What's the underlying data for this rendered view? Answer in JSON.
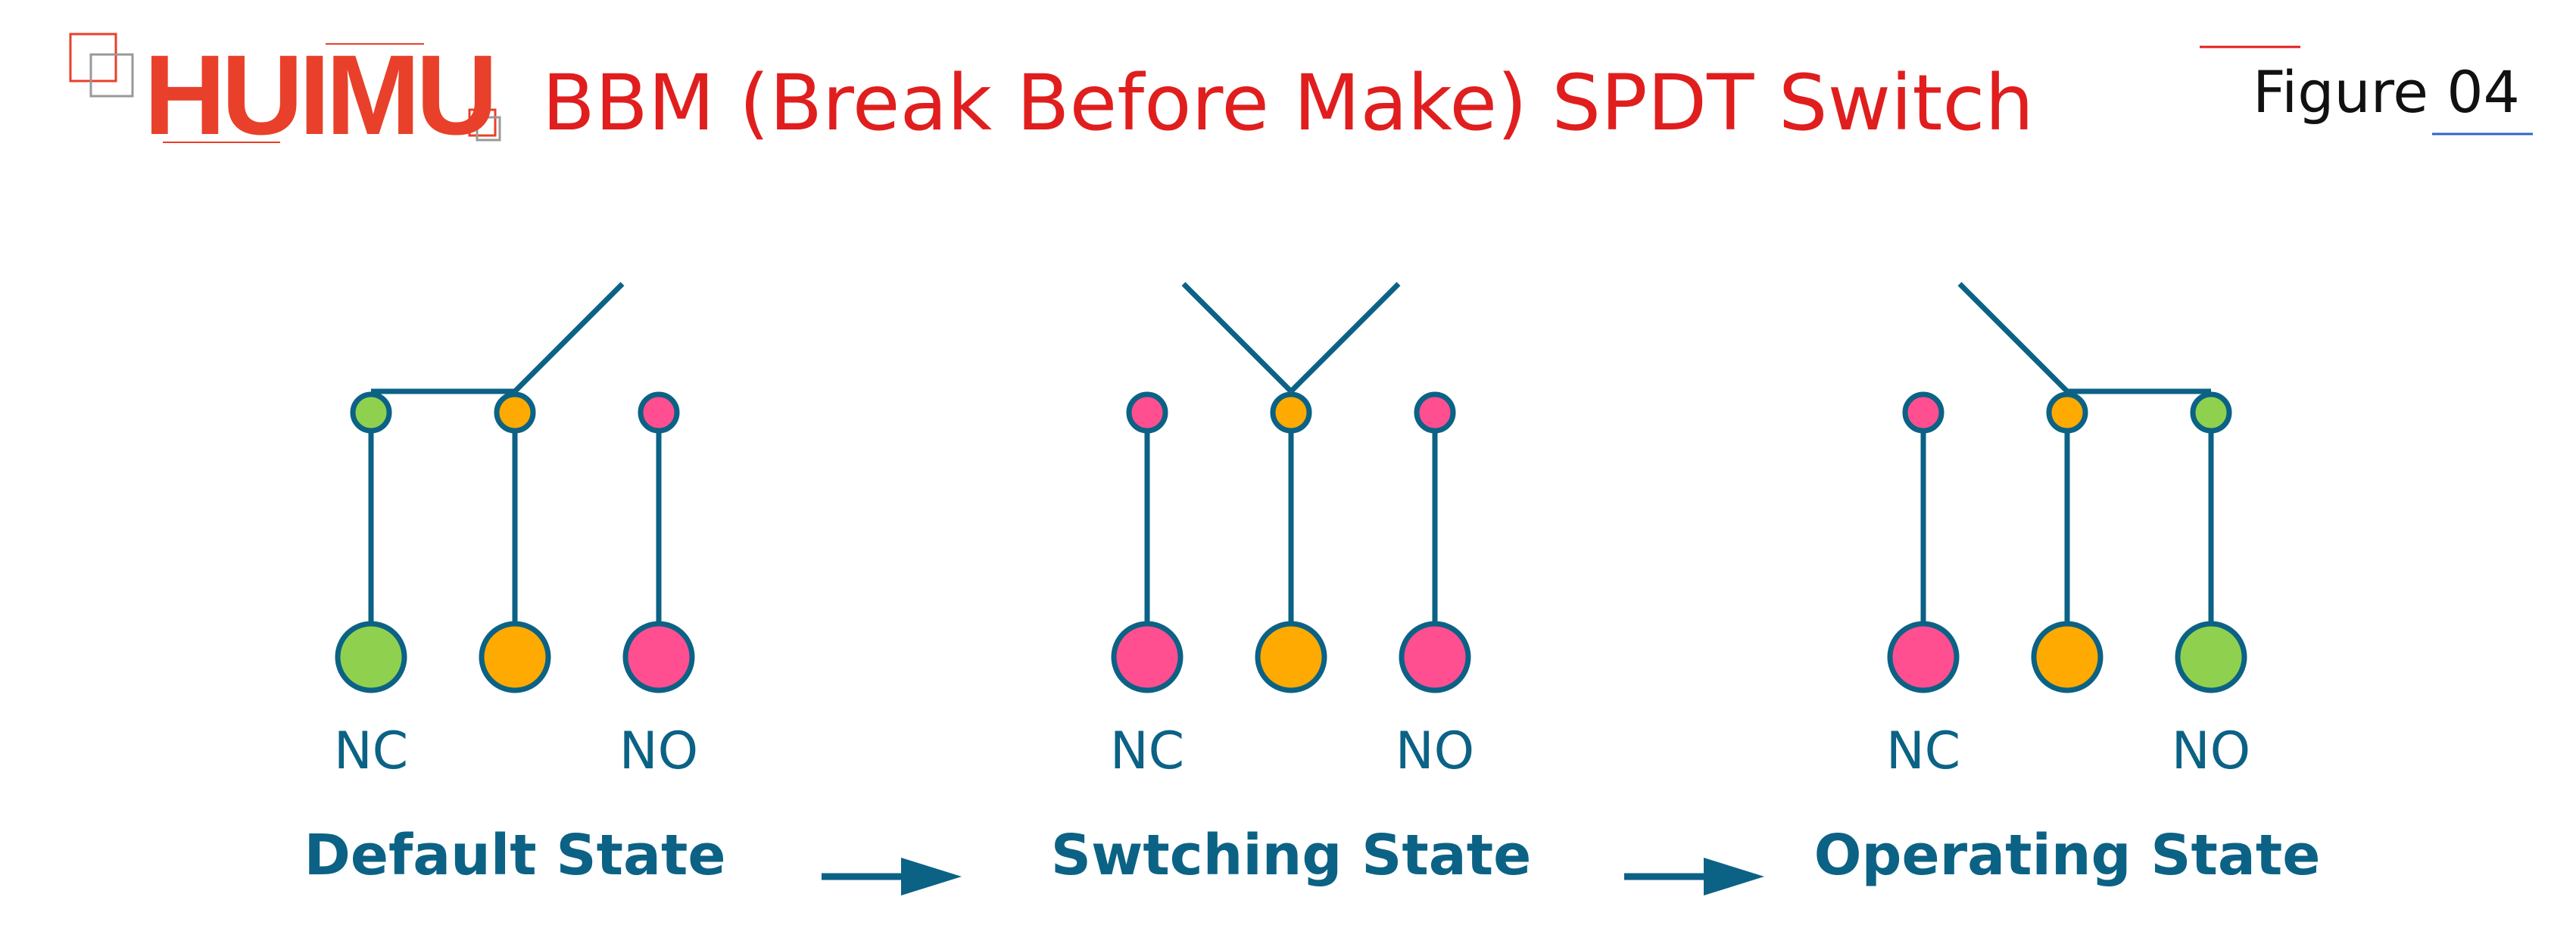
{
  "brand": {
    "logo_text": "HUIMU"
  },
  "title": "BBM (Break Before Make) SPDT Switch",
  "figure_label": "Figure 04",
  "colors": {
    "wire": "#0b6285",
    "green": "#8fd14f",
    "orange": "#ffaa00",
    "pink": "#ff4f91",
    "brand_red": "#e8402a",
    "title_red": "#e01e1e"
  },
  "panels": [
    {
      "caption": "Default State",
      "nc_label": "NC",
      "no_label": "NO",
      "terminal_colors": [
        "green",
        "orange",
        "pink"
      ],
      "common_contact": "NC"
    },
    {
      "caption": "Swtching State",
      "nc_label": "NC",
      "no_label": "NO",
      "terminal_colors": [
        "pink",
        "orange",
        "pink"
      ],
      "common_contact": "none"
    },
    {
      "caption": "Operating State",
      "nc_label": "NC",
      "no_label": "NO",
      "terminal_colors": [
        "pink",
        "orange",
        "green"
      ],
      "common_contact": "NO"
    }
  ],
  "transitions": [
    {
      "from": "Default State",
      "to": "Swtching State",
      "icon": "arrow-right-icon"
    },
    {
      "from": "Swtching State",
      "to": "Operating State",
      "icon": "arrow-right-icon"
    }
  ]
}
